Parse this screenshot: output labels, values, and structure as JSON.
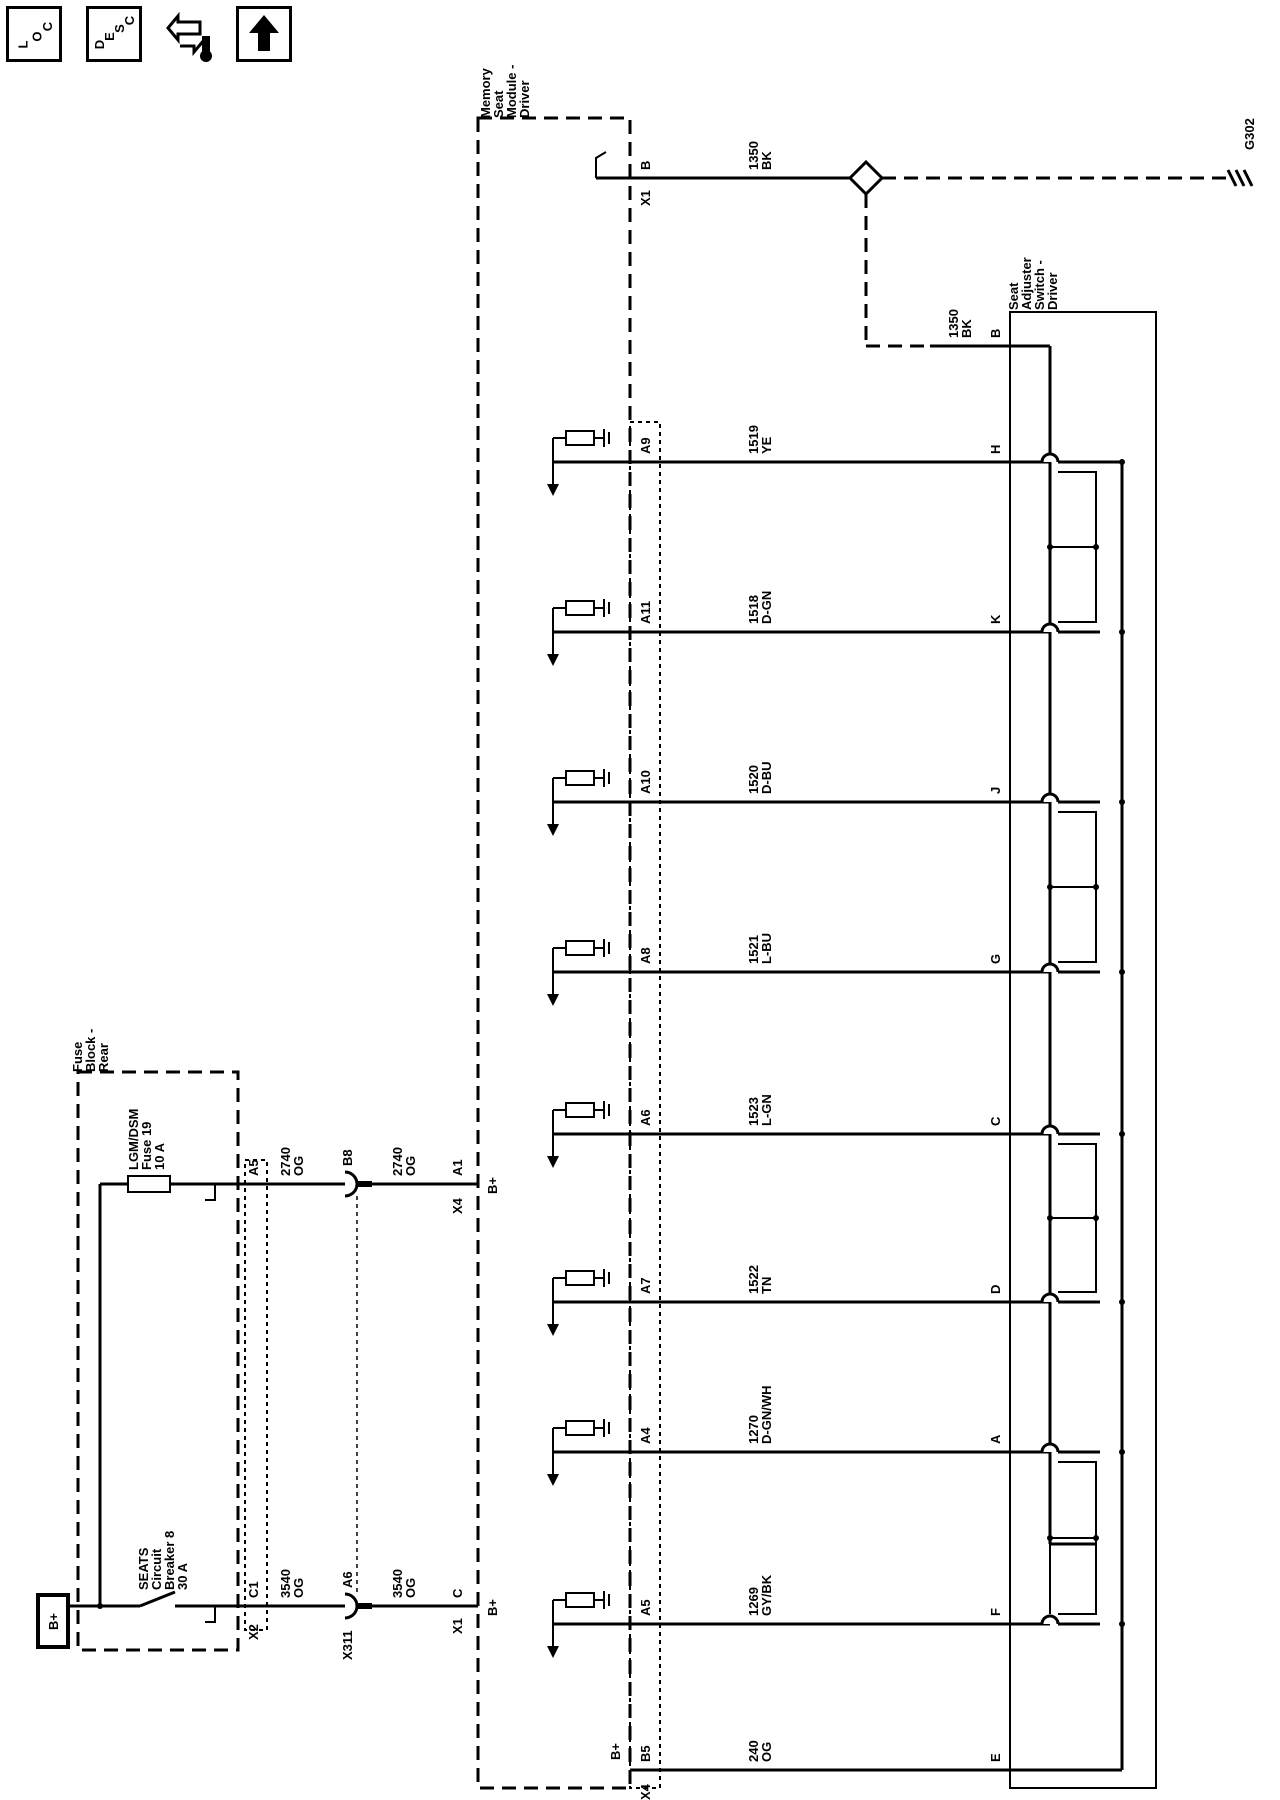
{
  "toolbar": {
    "loc": {
      "l": "L",
      "o": "O",
      "c": "C"
    },
    "desc": {
      "d": "D",
      "e": "E",
      "s": "S",
      "c": "C"
    }
  },
  "modules": {
    "fuse_block": [
      "Fuse",
      "Block -",
      "Rear"
    ],
    "memory_seat": [
      "Memory",
      "Seat",
      "Module -",
      "Driver"
    ],
    "seat_switch": [
      "Seat",
      "Adjuster",
      "Switch -",
      "Driver"
    ]
  },
  "power": {
    "source": "B+",
    "breaker": [
      "SEATS",
      "Circuit",
      "Breaker 8",
      "30 A"
    ],
    "fuse": [
      "LGM/DSM",
      "Fuse 19",
      "10 A"
    ]
  },
  "connectors": {
    "x2": "X2",
    "c1": "C1",
    "a5": "A5",
    "x311": "X311",
    "a6": "A6",
    "b8": "B8",
    "x1": "X1",
    "x4": "X4",
    "c": "C",
    "a1": "A1",
    "bplus": "B+",
    "x1_top": "X1",
    "b_top": "B",
    "b5": "B5",
    "b_switch": "B"
  },
  "wires": {
    "w3540": [
      "3540",
      "OG"
    ],
    "w2740": [
      "2740",
      "OG"
    ],
    "w1350_top": [
      "1350",
      "BK"
    ],
    "w1350_switch": [
      "1350",
      "BK"
    ]
  },
  "ground": "G302",
  "switch_circuits": [
    {
      "pin": "A9",
      "wire": [
        "1519",
        "YE"
      ],
      "switch_pin": "H"
    },
    {
      "pin": "A11",
      "wire": [
        "1518",
        "D-GN"
      ],
      "switch_pin": "K"
    },
    {
      "pin": "A10",
      "wire": [
        "1520",
        "D-BU"
      ],
      "switch_pin": "J"
    },
    {
      "pin": "A8",
      "wire": [
        "1521",
        "L-BU"
      ],
      "switch_pin": "G"
    },
    {
      "pin": "A6",
      "wire": [
        "1523",
        "L-GN"
      ],
      "switch_pin": "C"
    },
    {
      "pin": "A7",
      "wire": [
        "1522",
        "TN"
      ],
      "switch_pin": "D"
    },
    {
      "pin": "A4",
      "wire": [
        "1270",
        "D-GN/WH"
      ],
      "switch_pin": "A"
    },
    {
      "pin": "A5",
      "wire": [
        "1269",
        "GY/BK"
      ],
      "switch_pin": "F"
    }
  ],
  "supply_circuit": {
    "wire": [
      "240",
      "OG"
    ],
    "switch_pin": "E"
  }
}
